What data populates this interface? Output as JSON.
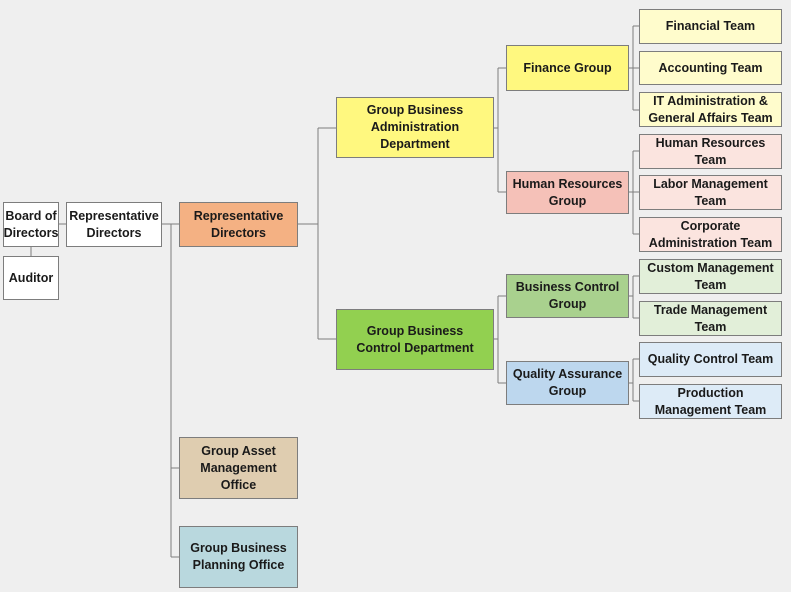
{
  "nodes": {
    "board_of_directors": [
      "Board of",
      "Directors"
    ],
    "auditor": [
      "Auditor"
    ],
    "representative_directors_1": [
      "Representative",
      "Directors"
    ],
    "representative_directors_2": [
      "Representative",
      "Directors"
    ],
    "group_business_administration_department": [
      "Group Business",
      "Administration",
      "Department"
    ],
    "group_business_control_department": [
      "Group Business",
      "Control Department"
    ],
    "group_asset_management_office": [
      "Group Asset",
      "Management Office"
    ],
    "group_business_planning_office": [
      "Group Business",
      "Planning Office"
    ],
    "finance_group": [
      "Finance Group"
    ],
    "human_resources_group": [
      "Human Resources",
      "Group"
    ],
    "business_control_group": [
      "Business Control",
      "Group"
    ],
    "quality_assurance_group": [
      "Quality Assurance",
      "Group"
    ],
    "financial_team": [
      "Financial Team"
    ],
    "accounting_team": [
      "Accounting Team"
    ],
    "it_administration_team": [
      "IT Administration &",
      "General Affairs Team"
    ],
    "human_resources_team": [
      "Human Resources",
      "Team"
    ],
    "labor_management_team": [
      "Labor Management",
      "Team"
    ],
    "corporate_administration_team": [
      "Corporate",
      "Administration Team"
    ],
    "custom_management_team": [
      "Custom Management",
      "Team"
    ],
    "trade_management_team": [
      "Trade Management",
      "Team"
    ],
    "quality_control_team": [
      "Quality Control Team"
    ],
    "production_management_team": [
      "Production",
      "Management Team"
    ]
  },
  "colors": {
    "background": "#efefef",
    "connector": "#7d7d7d",
    "representative_directors": "#f4b183",
    "administration": "#fff87f",
    "administration_teams": "#fffccc",
    "human_resources": "#f5c1b8",
    "human_resources_teams": "#fbe4df",
    "control_department": "#92d050",
    "business_control": "#a9d18e",
    "business_control_teams": "#e2efd9",
    "quality_assurance": "#bdd7ee",
    "quality_assurance_teams": "#ddebf7",
    "asset_management": "#dfcdb0",
    "planning_office": "#b9d8de"
  }
}
